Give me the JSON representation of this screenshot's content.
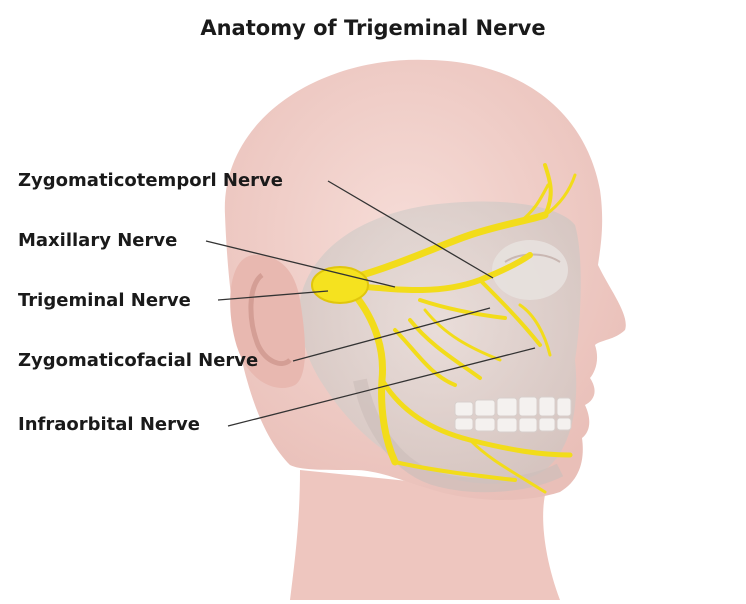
{
  "title": "Anatomy of Trigeminal Nerve",
  "labels": [
    {
      "id": "zygomaticotemporal",
      "text": "Zygomaticotemporl Nerve"
    },
    {
      "id": "maxillary",
      "text": "Maxillary Nerve"
    },
    {
      "id": "trigeminal",
      "text": "Trigeminal Nerve"
    },
    {
      "id": "zygomaticofacial",
      "text": "Zygomaticofacial Nerve"
    },
    {
      "id": "infraorbital",
      "text": "Infraorbital Nerve"
    }
  ],
  "colors": {
    "skin": "#f0cfc9",
    "skin_shadow": "#e3b4ad",
    "skull": "#d9d2cf",
    "nerve": "#f5e21f",
    "nerve_stroke": "#e0c60c",
    "leader": "#333333",
    "text": "#1a1a1a"
  }
}
